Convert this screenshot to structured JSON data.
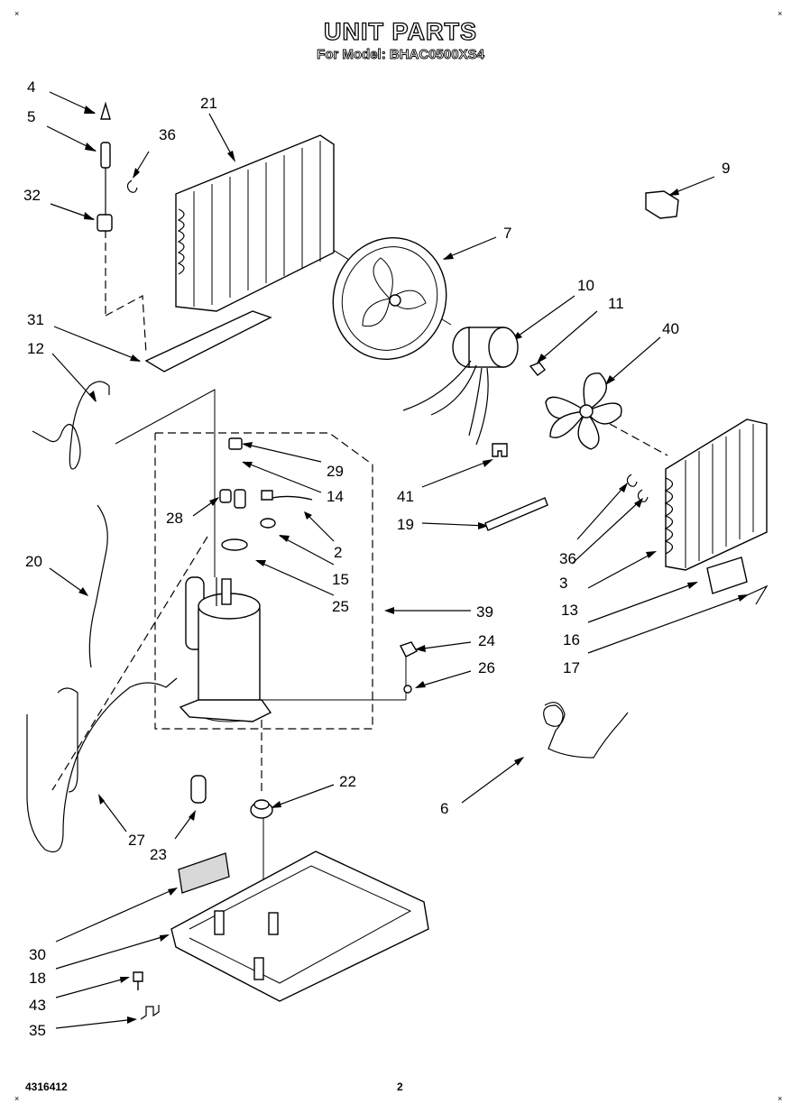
{
  "header": {
    "title": "UNIT PARTS",
    "subtitle": "For Model: BHAC0500XS4"
  },
  "footer": {
    "doc_number": "4316412",
    "page_number": "2"
  },
  "corner_mark": "×",
  "callouts": [
    "4",
    "5",
    "36",
    "32",
    "21",
    "9",
    "7",
    "10",
    "11",
    "40",
    "31",
    "12",
    "29",
    "14",
    "41",
    "19",
    "28",
    "2",
    "15",
    "25",
    "39",
    "20",
    "36",
    "3",
    "13",
    "16",
    "17",
    "24",
    "26",
    "22",
    "6",
    "27",
    "23",
    "30",
    "18",
    "43",
    "35"
  ]
}
